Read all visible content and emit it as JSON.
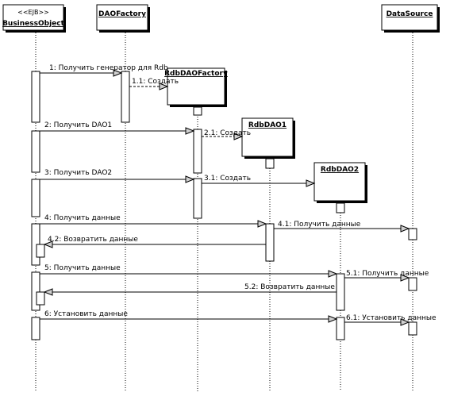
{
  "participants": [
    {
      "id": "bo",
      "stereotype": "<<EJB>>",
      "name": "BusinessObject"
    },
    {
      "id": "daof",
      "name": "DAOFactory"
    },
    {
      "id": "rdbf",
      "name": "RdbDAOFactory"
    },
    {
      "id": "rdb1",
      "name": "RdbDAO1"
    },
    {
      "id": "rdb2",
      "name": "RdbDAO2"
    },
    {
      "id": "ds",
      "name": "DataSource"
    }
  ],
  "messages": [
    {
      "label": "1: Получить генератор для Rdb"
    },
    {
      "label": "1.1: Создать"
    },
    {
      "label": "2: Получить DAO1"
    },
    {
      "label": "2.1: Создать"
    },
    {
      "label": "3: Получить DAO2"
    },
    {
      "label": "3.1: Создать"
    },
    {
      "label": "4: Получить данные"
    },
    {
      "label": "4.1: Получить данные"
    },
    {
      "label": "4.2: Возвратить данные"
    },
    {
      "label": "5: Получить данные"
    },
    {
      "label": "5.1: Получить данные"
    },
    {
      "label": "5.2: Возвратить данные"
    },
    {
      "label": "6: Установить данные"
    },
    {
      "label": "6.1: Установить данные"
    }
  ]
}
